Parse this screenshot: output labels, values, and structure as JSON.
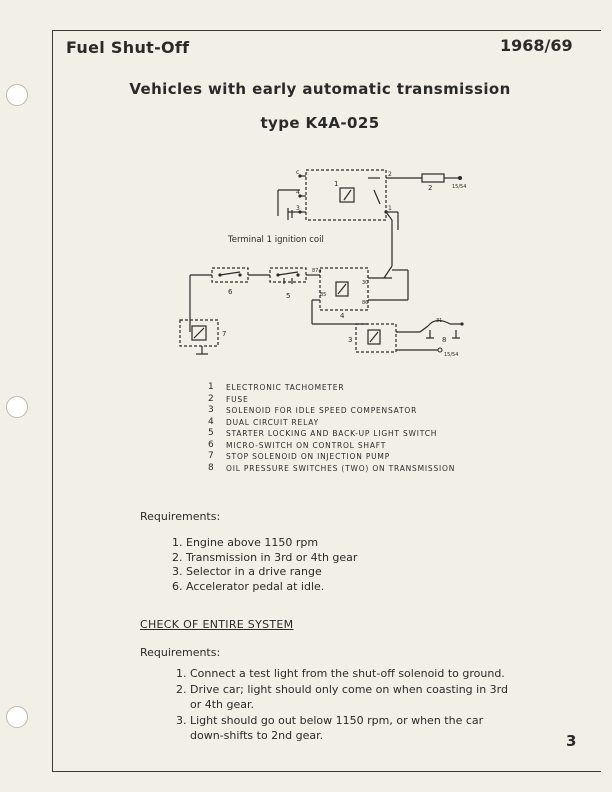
{
  "header": {
    "title": "Fuel Shut-Off",
    "year": "1968/69"
  },
  "titles": {
    "line1": "Vehicles with early automatic transmission",
    "line2": "type K4A-025"
  },
  "diagram": {
    "terminal_label": "Terminal 1 ignition coil",
    "labels": {
      "c": "c",
      "n2": "2",
      "n4": "4",
      "n3": "3",
      "n1a": "1",
      "n1b": "1",
      "fuse_num": "2",
      "fuse_terminal": "15/54",
      "relay_87a": "87a",
      "relay_30": "30",
      "relay_85": "85",
      "relay_86": "86",
      "n6": "6",
      "n5": "5",
      "n4r": "4",
      "n7": "7",
      "n3s": "3",
      "n31": "31",
      "n8": "8",
      "solenoid_terminal": "15/54"
    }
  },
  "legend": [
    {
      "num": "1",
      "text": "Electronic tachometer"
    },
    {
      "num": "2",
      "text": "Fuse"
    },
    {
      "num": "3",
      "text": "Solenoid for idle speed compensator"
    },
    {
      "num": "4",
      "text": "Dual circuit relay"
    },
    {
      "num": "5",
      "text": "Starter locking and back-up light switch"
    },
    {
      "num": "6",
      "text": "Micro-switch on control shaft"
    },
    {
      "num": "7",
      "text": "Stop solenoid on injection pump"
    },
    {
      "num": "8",
      "text": "Oil pressure switches (two) on transmission"
    }
  ],
  "requirements1": {
    "label": "Requirements:",
    "items": [
      "1. Engine above 1150 rpm",
      "2. Transmission in 3rd or 4th gear",
      "3. Selector in a drive range",
      "6. Accelerator pedal at idle."
    ]
  },
  "check": {
    "heading": "CHECK OF ENTIRE SYSTEM",
    "label": "Requirements:",
    "items": [
      {
        "num": "1.",
        "text": "Connect a test light from the shut-off solenoid to ground."
      },
      {
        "num": "2.",
        "text": "Drive car; light should only come on when coasting in 3rd or 4th gear."
      },
      {
        "num": "3.",
        "text": "Light should go out below 1150 rpm, or when the car down-shifts to 2nd gear."
      }
    ]
  },
  "page_number": "3"
}
